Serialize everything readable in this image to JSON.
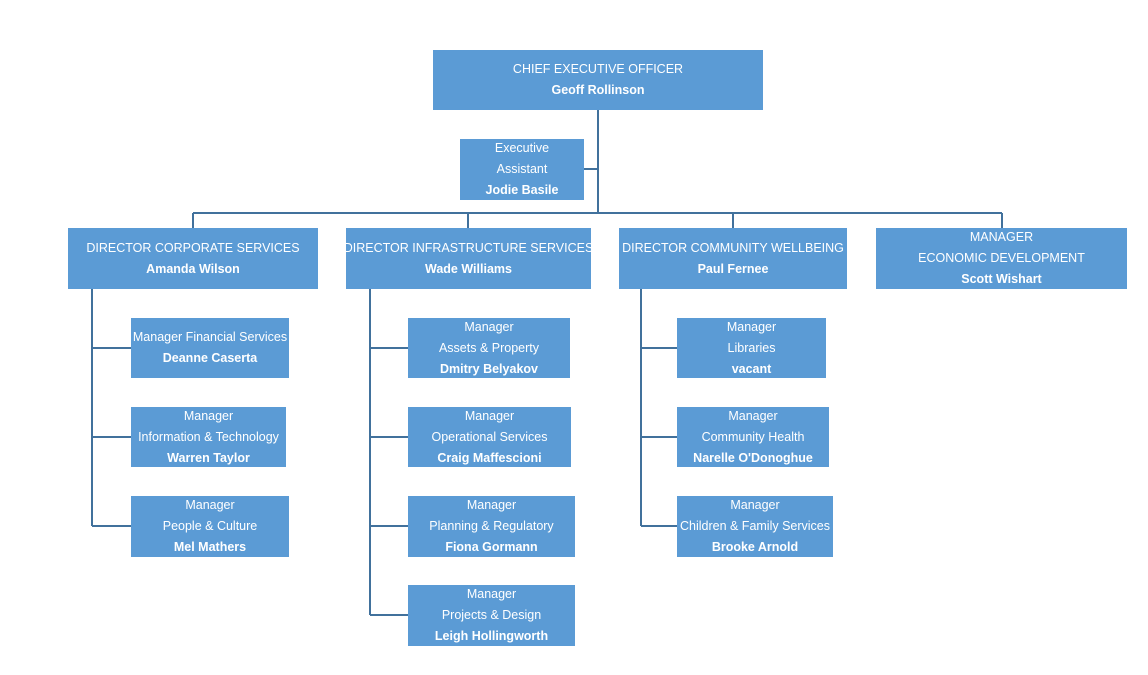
{
  "ceo": {
    "lines": [
      "CHIEF EXECUTIVE OFFICER"
    ],
    "name": "Geoff Rollinson"
  },
  "assistant": {
    "lines": [
      "Executive",
      "Assistant"
    ],
    "name": "Jodie Basile"
  },
  "directors": [
    {
      "lines": [
        "DIRECTOR CORPORATE SERVICES"
      ],
      "name": "Amanda Wilson"
    },
    {
      "lines": [
        "DIRECTOR INFRASTRUCTURE SERVICES"
      ],
      "name": "Wade Williams"
    },
    {
      "lines": [
        "DIRECTOR COMMUNITY WELLBEING"
      ],
      "name": "Paul Fernee"
    },
    {
      "lines": [
        "MANAGER",
        "ECONOMIC DEVELOPMENT"
      ],
      "name": "Scott Wishart"
    }
  ],
  "corporate_managers": [
    {
      "lines": [
        "Manager Financial Services"
      ],
      "name": "Deanne Caserta"
    },
    {
      "lines": [
        "Manager",
        "Information & Technology"
      ],
      "name": "Warren Taylor"
    },
    {
      "lines": [
        "Manager",
        "People & Culture"
      ],
      "name": "Mel Mathers"
    }
  ],
  "infrastructure_managers": [
    {
      "lines": [
        "Manager",
        "Assets & Property"
      ],
      "name": "Dmitry Belyakov"
    },
    {
      "lines": [
        "Manager",
        "Operational Services"
      ],
      "name": "Craig Maffescioni"
    },
    {
      "lines": [
        "Manager",
        "Planning & Regulatory"
      ],
      "name": "Fiona Gormann"
    },
    {
      "lines": [
        "Manager",
        "Projects & Design"
      ],
      "name": "Leigh Hollingworth"
    }
  ],
  "wellbeing_managers": [
    {
      "lines": [
        "Manager",
        "Libraries"
      ],
      "name": "vacant"
    },
    {
      "lines": [
        "Manager",
        "Community Health"
      ],
      "name": "Narelle O'Donoghue"
    },
    {
      "lines": [
        "Manager",
        "Children & Family Services"
      ],
      "name": "Brooke Arnold"
    }
  ],
  "colors": {
    "box": "#5b9bd5",
    "line": "#41719c",
    "text": "#ffffff"
  }
}
